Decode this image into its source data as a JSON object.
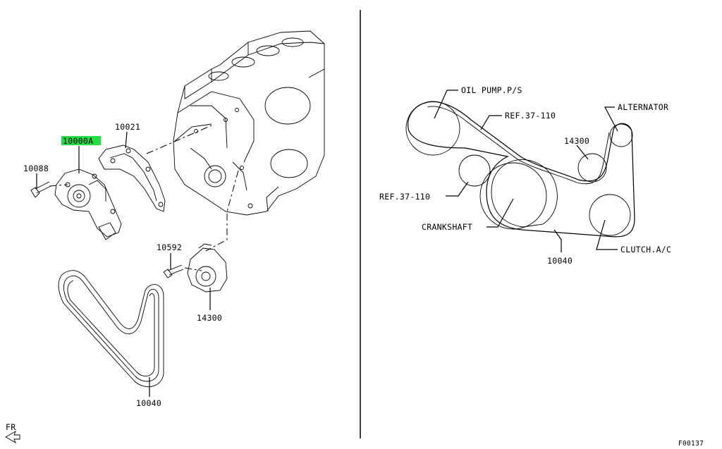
{
  "left_diagram": {
    "parts": {
      "water_pump": "10000A",
      "gasket": "10021",
      "bolt": "10088",
      "tensioner_bolt": "10592",
      "tensioner": "14300",
      "belt": "10040"
    },
    "highlight_color": "#22dd44",
    "front_indicator": "FR"
  },
  "right_diagram": {
    "labels": {
      "oil_pump": "OIL PUMP.P/S",
      "ref_top": "REF.37-110",
      "alternator": "ALTERNATOR",
      "tensioner": "14300",
      "ref_left": "REF.37-110",
      "crankshaft": "CRANKSHAFT",
      "belt": "10040",
      "clutch": "CLUTCH.A/C"
    }
  },
  "figure_code": "F00137"
}
